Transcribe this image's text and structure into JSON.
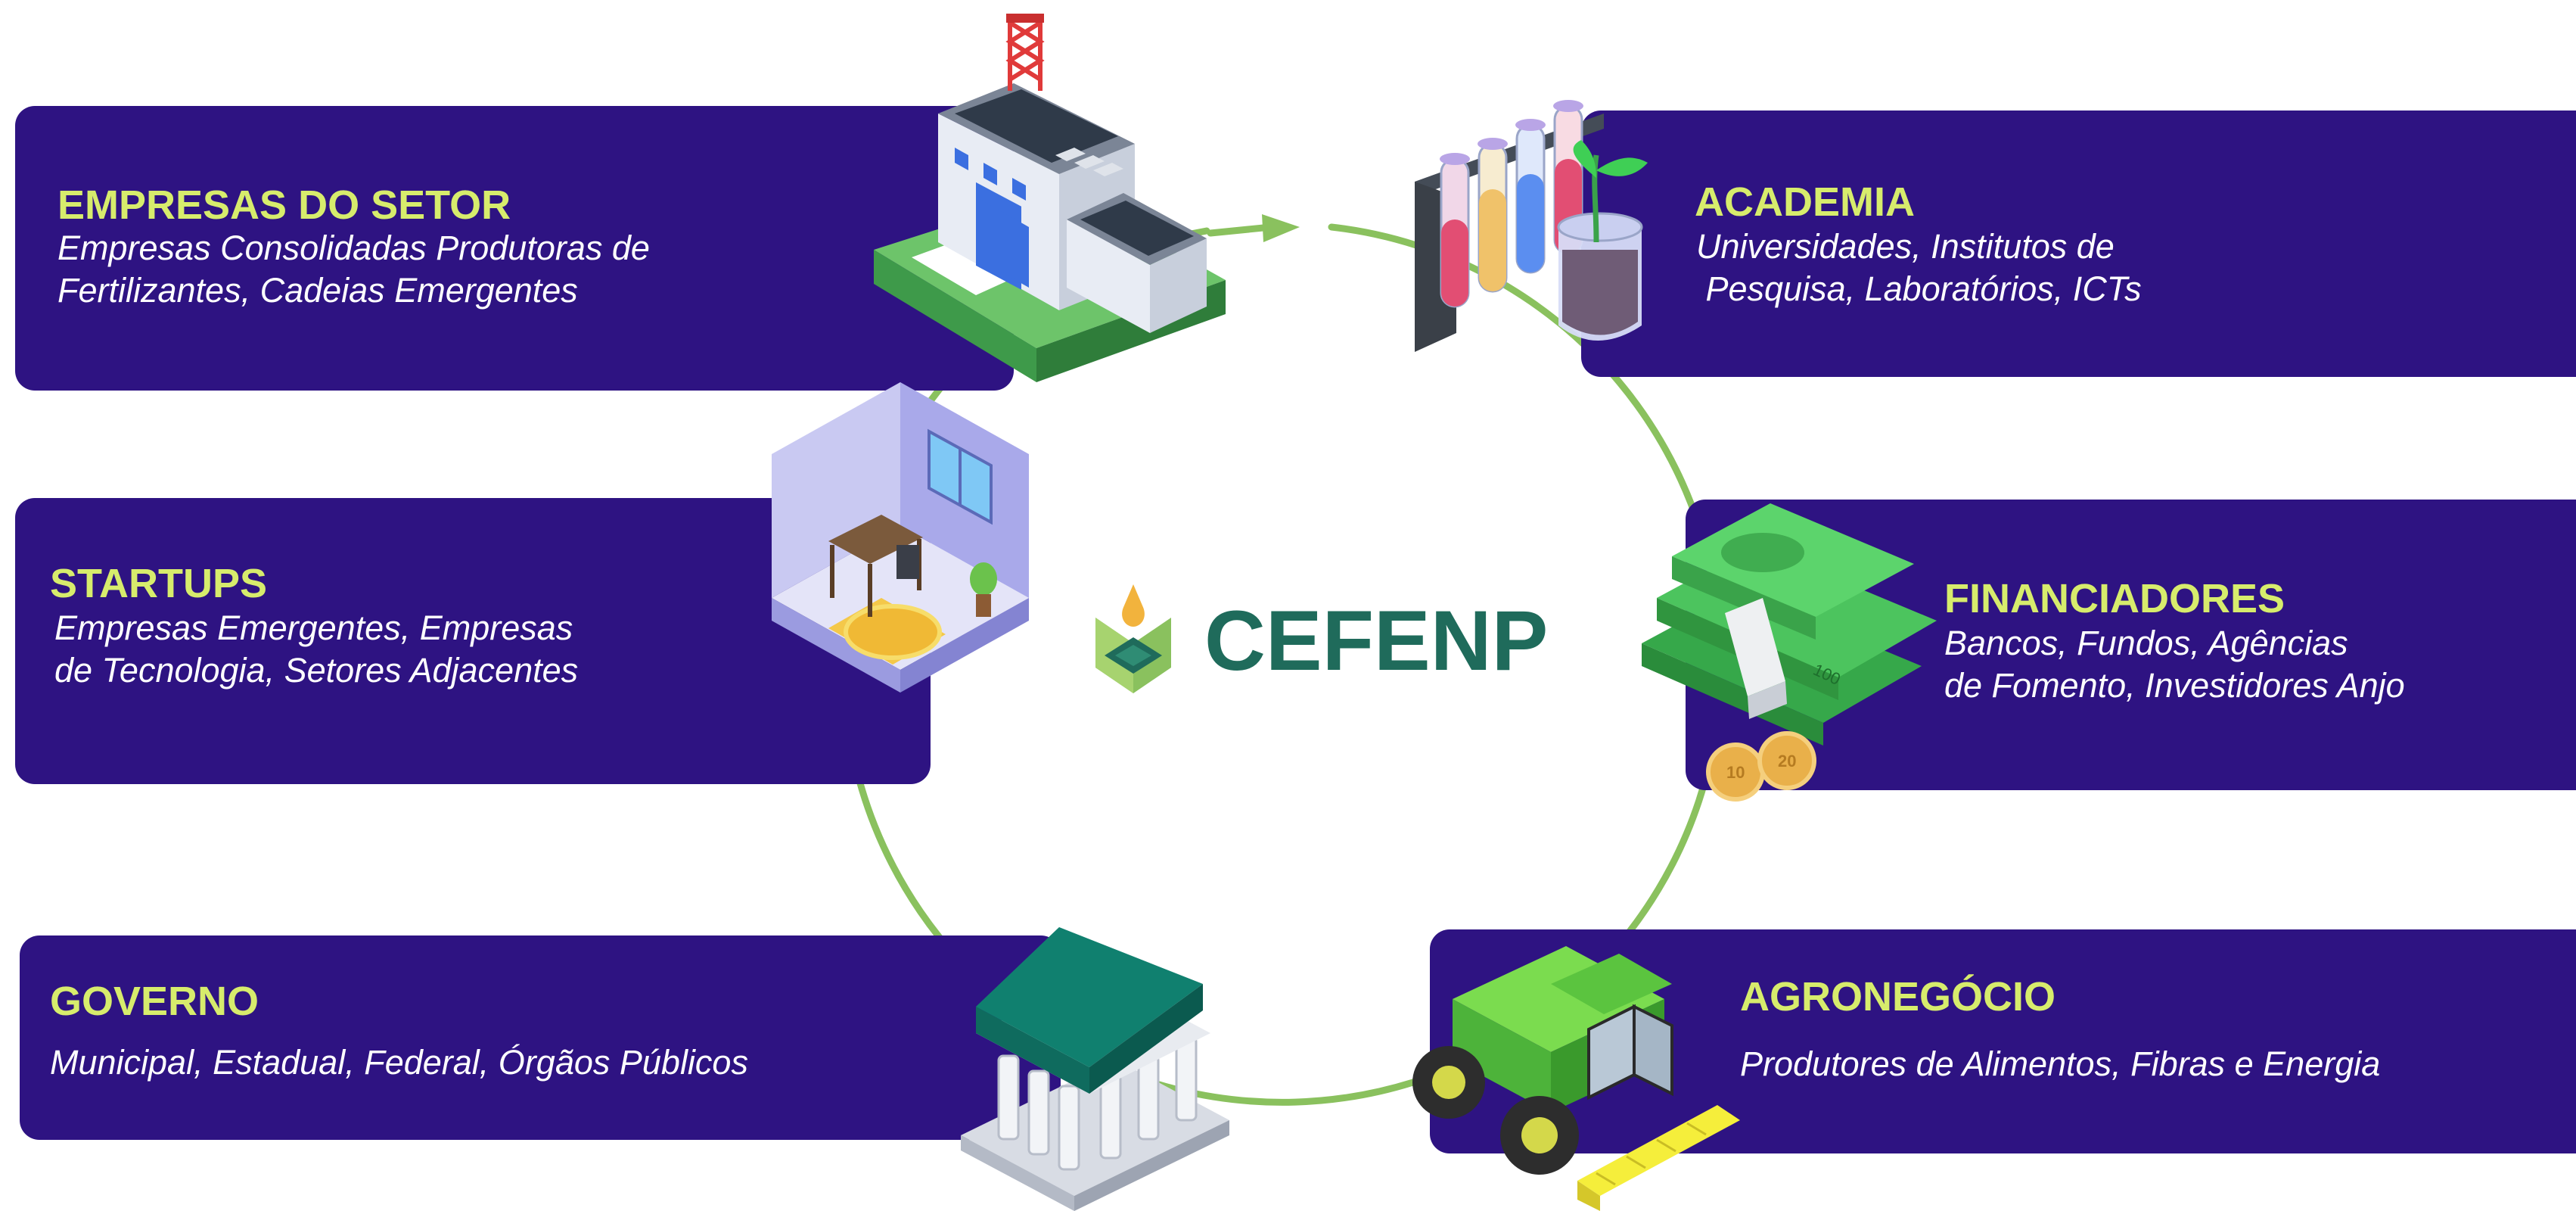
{
  "center": {
    "title": "CEFENP"
  },
  "nodes": {
    "empresas": {
      "title": "EMPRESAS DO SETOR",
      "lines": [
        "Empresas Consolidadas Produtoras de",
        "Fertilizantes, Cadeias Emergentes"
      ]
    },
    "academia": {
      "title": "ACADEMIA",
      "lines": [
        "Universidades, Institutos de",
        " Pesquisa, Laboratórios, ICTs"
      ]
    },
    "startups": {
      "title": "STARTUPS",
      "lines": [
        "Empresas Emergentes, Empresas",
        "de Tecnologia, Setores Adjacentes"
      ]
    },
    "financiadores": {
      "title": "FINANCIADORES",
      "lines": [
        "Bancos, Fundos, Agências",
        "de Fomento, Investidores Anjo"
      ]
    },
    "governo": {
      "title": "GOVERNO",
      "lines": [
        "Municipal, Estadual, Federal, Órgãos Públicos"
      ]
    },
    "agronegocio": {
      "title": "AGRONEGÓCIO",
      "lines": [
        "Produtores de Alimentos, Fibras e Energia"
      ]
    }
  },
  "icons": {
    "empresas": "factory-icon",
    "academia": "test-tubes-icon",
    "startups": "office-room-icon",
    "financiadores": "money-stack-icon",
    "governo": "government-building-icon",
    "agronegocio": "harvester-icon",
    "center": "cefenp-logo-icon"
  },
  "colors": {
    "panel": "#2e1382",
    "title": "#d7ec6c",
    "text": "#ffffff",
    "ring": "#8ac15e",
    "brand": "#1f6b5b"
  },
  "money": {
    "note_value": "100",
    "coin_a": "10",
    "coin_b": "20"
  }
}
